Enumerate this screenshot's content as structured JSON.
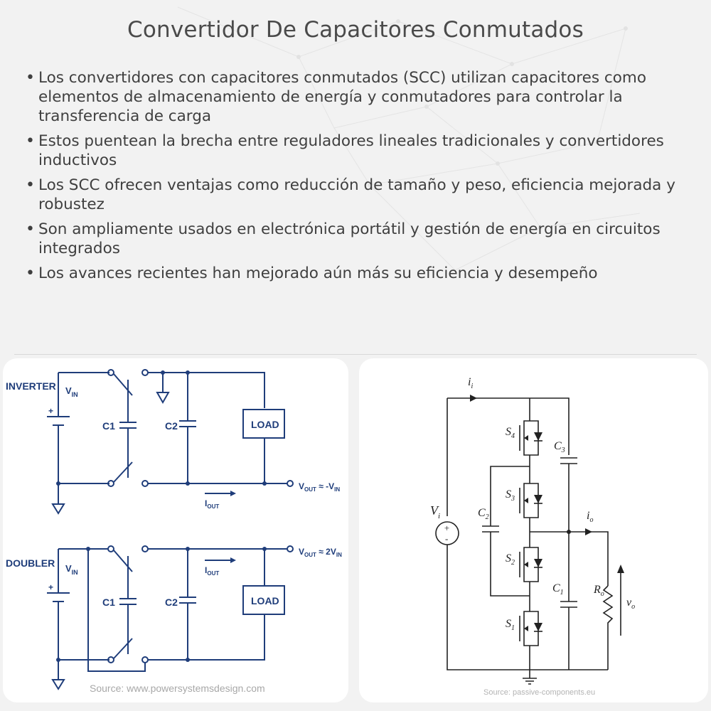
{
  "title": "Convertidor De Capacitores Conmutados",
  "bullets": [
    "Los convertidores con capacitores conmutados (SCC) utilizan capacitores como elementos de almacenamiento de energía y conmutadores para controlar la transferencia de carga",
    "Estos puentean la brecha entre reguladores lineales tradicionales y convertidores inductivos",
    "Los SCC ofrecen ventajas como reducción de tamaño y peso, eficiencia mejorada y robustez",
    "Son ampliamente usados en electrónica portátil y gestión de energía en circuitos integrados",
    "Los avances recientes han mejorado aún más su eficiencia y desempeño"
  ],
  "left_diagram": {
    "inverter": {
      "label": "INVERTER",
      "vin": "V",
      "vin_sub": "IN",
      "plus": "+",
      "c1": "C1",
      "c2": "C2",
      "load": "LOAD",
      "vout": "V",
      "vout_sub": "OUT",
      "vout_expr": " ≈ -V",
      "vout_expr_sub": "IN",
      "iout": "I",
      "iout_sub": "OUT"
    },
    "doubler": {
      "label": "DOUBLER",
      "vin": "V",
      "vin_sub": "IN",
      "plus": "+",
      "c1": "C1",
      "c2": "C2",
      "load": "LOAD",
      "vout": "V",
      "vout_sub": "OUT",
      "vout_expr": " ≈ 2V",
      "vout_expr_sub": "IN",
      "iout": "I",
      "iout_sub": "OUT"
    },
    "source": "Source: www.powersystemsdesign.com"
  },
  "right_diagram": {
    "ii": "i",
    "ii_sub": "i",
    "vi": "V",
    "vi_sub": "i",
    "plus": "+",
    "minus": "-",
    "s4": "S",
    "s4_sub": "4",
    "s3": "S",
    "s3_sub": "3",
    "s2": "S",
    "s2_sub": "2",
    "s1": "S",
    "s1_sub": "1",
    "c3": "C",
    "c3_sub": "3",
    "c2": "C",
    "c2_sub": "2",
    "c1": "C",
    "c1_sub": "1",
    "io": "i",
    "io_sub": "o",
    "ro": "R",
    "ro_sub": "o",
    "vo": "v",
    "vo_sub": "o",
    "source": "Source: passive-components.eu"
  },
  "colors": {
    "diagram_blue": "#1f3d7a",
    "text": "#3f3f3f",
    "background": "#f2f2f2"
  }
}
